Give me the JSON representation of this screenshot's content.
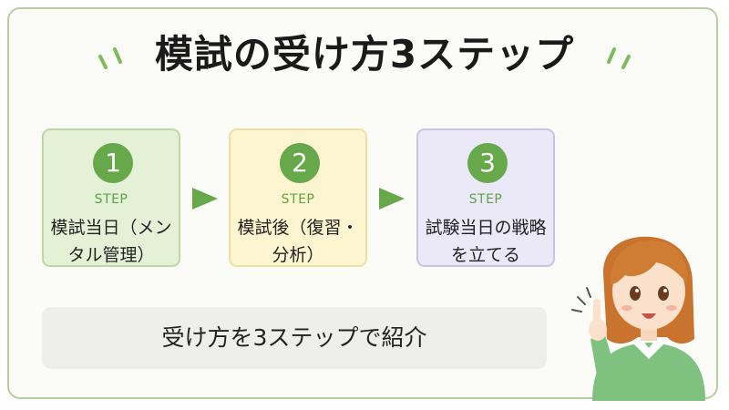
{
  "title": "模試の受け方3ステップ",
  "steps": [
    {
      "number": "1",
      "label": "STEP",
      "text": "模試当日（メンタル管理）"
    },
    {
      "number": "2",
      "label": "STEP",
      "text": "模試後（復習・分析）"
    },
    {
      "number": "3",
      "label": "STEP",
      "text": "試験当日の戦略を立てる"
    }
  ],
  "summary": "受け方を3ステップで紹介",
  "colors": {
    "accent_green": "#66a84a",
    "card1_bg": "#e4f1d7",
    "card2_bg": "#fdf5cf",
    "card3_bg": "#ebe8f7",
    "frame_border": "#b5cf9f"
  },
  "icons": [
    "sparkle-left-icon",
    "sparkle-right-icon",
    "arrow-right-icon",
    "girl-pointing-illustration"
  ]
}
